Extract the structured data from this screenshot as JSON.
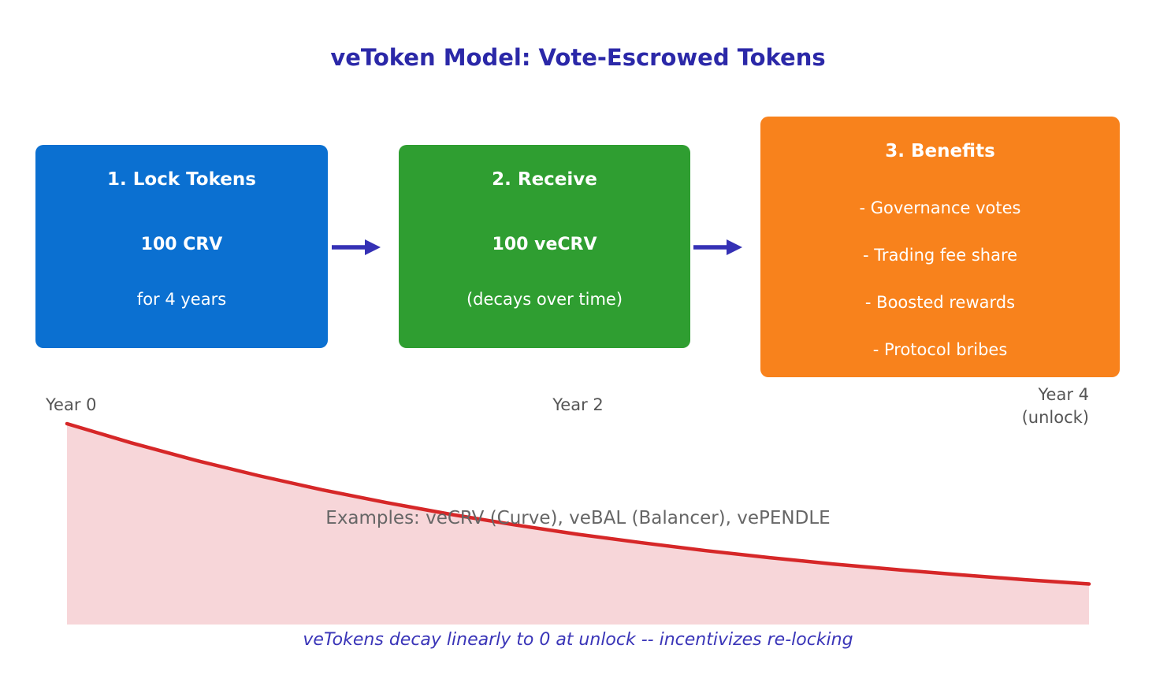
{
  "title": "veToken Model: Vote-Escrowed Tokens",
  "colors": {
    "title_color": "#2b28a8",
    "arrow_color": "#3531b5",
    "caption_color": "#3a35b8",
    "year_label": "#555555",
    "examples_color": "#666666",
    "box_lock": "#0b70d1",
    "box_receive": "#2f9e31",
    "box_benefits": "#f8821c"
  },
  "boxes": [
    {
      "heading": "1. Lock Tokens",
      "line1": "100 CRV",
      "line2": "for 4 years"
    },
    {
      "heading": "2. Receive",
      "line1": "100 veCRV",
      "line2": "(decays over time)"
    },
    {
      "heading": "3. Benefits",
      "items": [
        "- Governance votes",
        "- Trading fee share",
        "- Boosted rewards",
        "- Protocol bribes"
      ]
    }
  ],
  "timeline": {
    "start": "Year 0",
    "mid": "Year 2",
    "end_line1": "Year 4",
    "end_line2": "(unlock)"
  },
  "examples": "Examples: veCRV (Curve), veBAL (Balancer), vePENDLE",
  "caption": "veTokens decay linearly to 0 at unlock -- incentivizes re-locking",
  "chart_data": {
    "type": "area",
    "title": "",
    "xlabel_ticks": [
      "Year 0",
      "Year 2",
      "Year 4 (unlock)"
    ],
    "ylim": [
      0,
      100
    ],
    "x": [
      0,
      0.25,
      0.5,
      0.75,
      1.0,
      1.25,
      1.5,
      1.75,
      2.0,
      2.25,
      2.5,
      2.75,
      3.0,
      3.25,
      3.5,
      3.75,
      4.0
    ],
    "values": [
      100.0,
      90.5,
      81.9,
      74.1,
      67.0,
      60.7,
      54.9,
      49.7,
      44.9,
      40.7,
      36.8,
      33.3,
      30.1,
      27.3,
      24.7,
      22.3,
      20.2
    ],
    "line_color": "#d62728",
    "fill_color": "#f7d6d9"
  }
}
